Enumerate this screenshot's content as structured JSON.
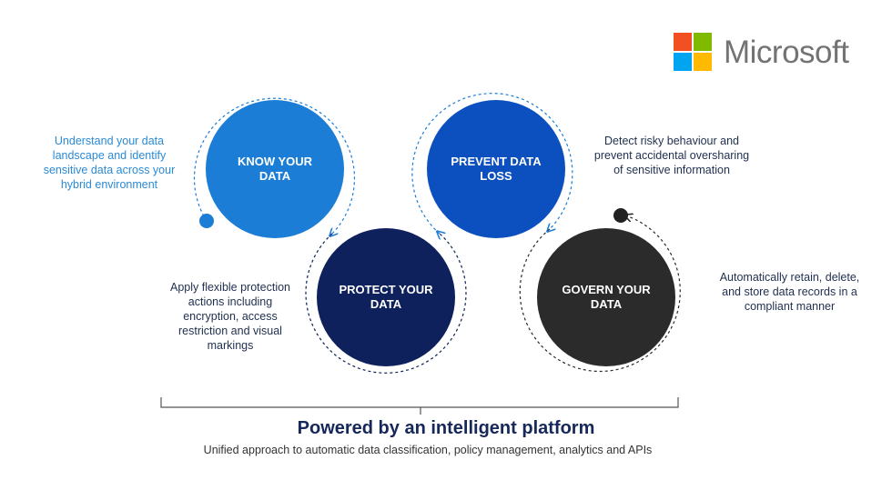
{
  "logo": {
    "wordmark": "Microsoft",
    "colors": {
      "red": "#f25022",
      "green": "#7fba00",
      "blue": "#00a4ef",
      "yellow": "#ffb900"
    }
  },
  "pillars": [
    {
      "label": "KNOW YOUR DATA",
      "color": "#1c7dd6",
      "description": "Understand your data landscape and identify sensitive data across your hybrid environment"
    },
    {
      "label": "PREVENT DATA LOSS",
      "color": "#0c4fbf",
      "description": "Detect risky behaviour and prevent accidental oversharing of sensitive information"
    },
    {
      "label": "PROTECT YOUR DATA",
      "color": "#0e215c",
      "description": "Apply flexible protection actions including encryption, access restriction and visual markings"
    },
    {
      "label": "GOVERN YOUR DATA",
      "color": "#2b2b2b",
      "description": "Automatically retain, delete, and store data records in a compliant manner"
    }
  ],
  "platform": {
    "title": "Powered by an intelligent platform",
    "subtitle": "Unified approach to automatic data classification, policy management, analytics and APIs"
  }
}
